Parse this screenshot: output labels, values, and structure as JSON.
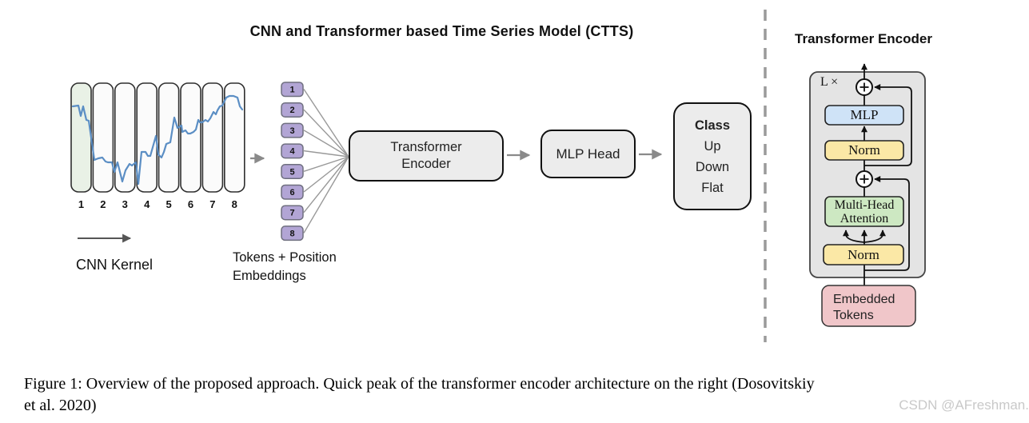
{
  "figure": {
    "title": "CNN and Transformer based Time Series Model (CTTS)",
    "right_title": "Transformer Encoder",
    "caption_line1": "Figure 1: Overview of the proposed approach. Quick peak of the transformer encoder architecture on the right (Dosovitskiy",
    "caption_line2": "et al. 2020)",
    "watermark": "CSDN @AFreshman."
  },
  "cnn": {
    "kernel_label": "CNN Kernel",
    "segments": [
      "1",
      "2",
      "3",
      "4",
      "5",
      "6",
      "7",
      "8"
    ],
    "highlight_color": "#e9f1e6",
    "segment_fill": "#fbfbfb",
    "line_color": "#5b8ec4"
  },
  "tokens": {
    "label_line1": "Tokens + Position",
    "label_line2": "Embeddings",
    "items": [
      "1",
      "2",
      "3",
      "4",
      "5",
      "6",
      "7",
      "8"
    ],
    "fill": "#b2a5d5"
  },
  "pipeline": {
    "encoder_line1": "Transformer",
    "encoder_line2": "Encoder",
    "mlp_head": "MLP Head",
    "class_title": "Class",
    "class_options": [
      "Up",
      "Down",
      "Flat"
    ]
  },
  "encoder_detail": {
    "loop_label": "L ×",
    "mlp": "MLP",
    "norm_top": "Norm",
    "attention_line1": "Multi-Head",
    "attention_line2": "Attention",
    "norm_bottom": "Norm",
    "embedded_line1": "Embedded",
    "embedded_line2": "Tokens",
    "colors": {
      "panel": "#e4e4e4",
      "mlp": "#cfe3f7",
      "norm": "#fbe8a6",
      "attention": "#cde8c2",
      "embedded": "#f0c6c9"
    }
  }
}
